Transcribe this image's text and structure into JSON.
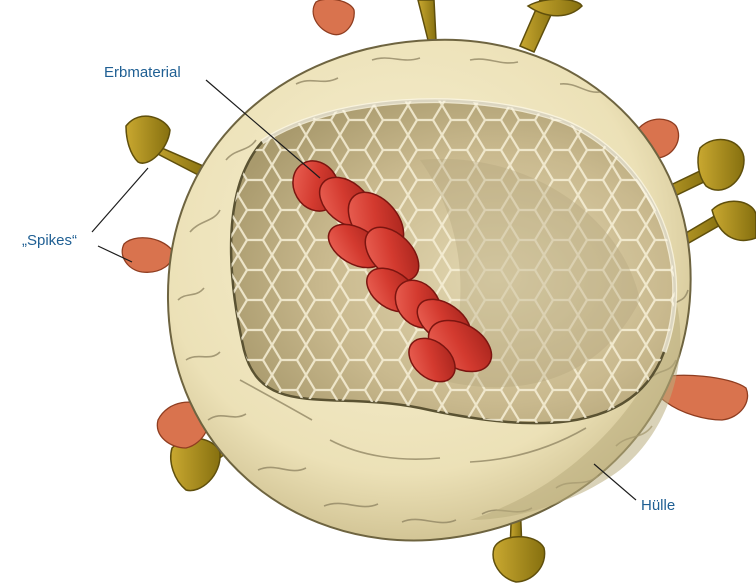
{
  "labels": {
    "genetic_material": "Erbmaterial",
    "spikes": "„Spikes“",
    "envelope": "Hülle"
  },
  "colors": {
    "envelope_fill": "#efe6c2",
    "envelope_shadow": "#b9ad7e",
    "interior": "#cdbf97",
    "genome_red": "#d63a2f",
    "spike_olive": "#a88b1f",
    "spike_orange": "#d9734e",
    "label_blue": "#1f5f93",
    "leader_line": "#1c1c1c"
  }
}
